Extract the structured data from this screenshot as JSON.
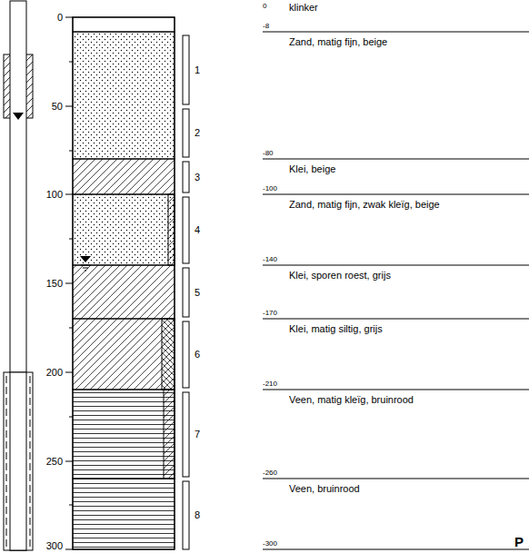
{
  "diagram": {
    "labels": [
      "0",
      "50",
      "100",
      "150",
      "200",
      "250",
      "300",
      "1",
      "2",
      "3",
      "4",
      "5",
      "6",
      "7",
      "8",
      "0",
      "klinker",
      "-8",
      "Zand, matig fijn, beige",
      "-80",
      "Klei, beige",
      "-100",
      "Zand, matig fijn, zwak kleïg, beige",
      "-140",
      "Klei, sporen roest, grijs",
      "-170",
      "Klei, matig siltig, grijs",
      "-210",
      "Veen, matig kleïg, bruinrood",
      "-260",
      "Veen, bruinrood",
      "-300",
      "P"
    ]
  }
}
